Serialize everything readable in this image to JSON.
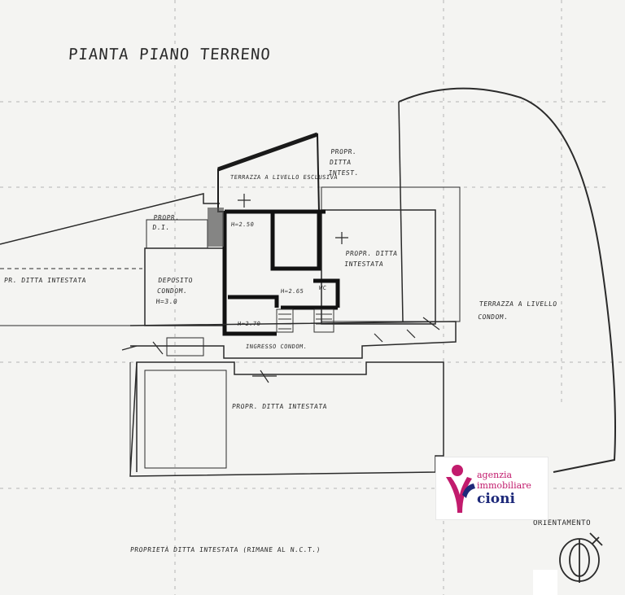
{
  "title": "PIANTA PIANO TERRENO",
  "labels": {
    "terrazza_esclusiva": "TERRAZZA A LIVELLO ESCLUSIVA",
    "propr_ditta_intest_top": "PROPR. DITTA INTEST.",
    "propr_dt": "PROPR. D.I.",
    "propr_ditta_intestata_right": "PROPR. DITTA INTESTATA",
    "propr_ditta_intestata_left": "PR. DITTA INTESTATA",
    "deposito_condom": "DEPOSITO CONDOM. H=3.0",
    "h_250": "H=2.50",
    "h_270": "H=2.70",
    "h_265": "H=2.65",
    "wc": "WC",
    "terrazza_condom": "TERRAZZA A LIVELLO CONDOM.",
    "ingresso_condom": "INGRESSO CONDOM.",
    "propr_ditta_intestata_center": "PROPR. DITTA INTESTATA",
    "proprieta_bottom": "PROPRIETÀ DITTA INTESTATA (RIMANE AL N.C.T.)"
  },
  "compass_label": "ORIENTAMENTO",
  "logo": {
    "line1": "agenzia",
    "line2": "immobiliare",
    "line3": "cioni",
    "brand_color": "#c21b6d",
    "text_color": "#1e2a7a"
  },
  "colors": {
    "paper": "#f4f4f2",
    "ink": "#2a2a2a",
    "wall": "#1a1a1a"
  }
}
